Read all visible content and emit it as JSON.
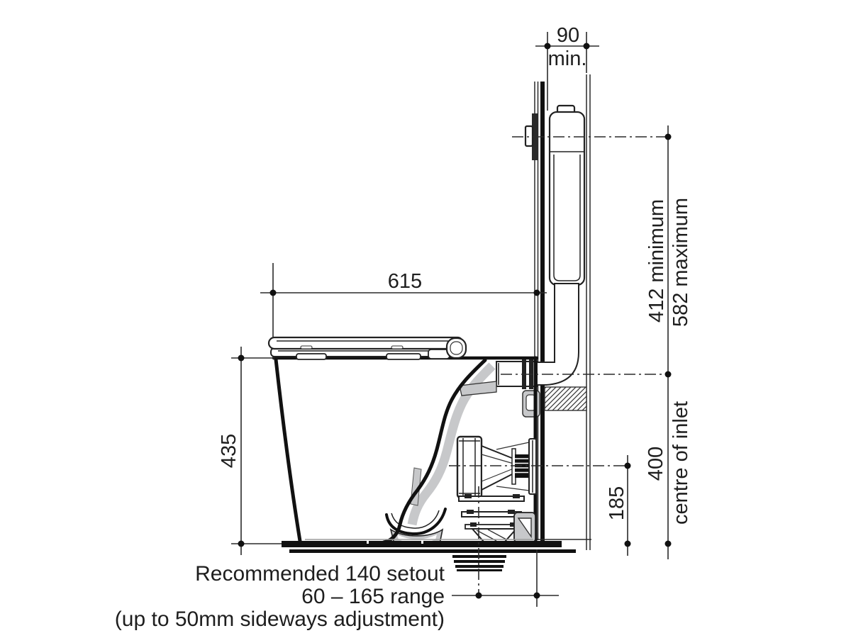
{
  "diagram": {
    "description": "Toilet pan with concealed in-wall cistern installation dimensions, side section view",
    "dims": {
      "wall_gap": {
        "value": "90",
        "qualifier": "min."
      },
      "pan_depth": {
        "value": "615"
      },
      "pan_height": {
        "value": "435"
      },
      "button_min": "412 minimum",
      "button_max": "582 maximum",
      "inlet_height": {
        "value": "400",
        "label": "centre of inlet"
      },
      "outlet_height": {
        "value": "185"
      }
    },
    "notes": {
      "line1": "Recommended 140 setout",
      "line2": "60 – 165 range",
      "line3": "(up to 50mm sideways adjustment)"
    },
    "colors": {
      "line": "#222222",
      "ceramic_grey": "#c7c8ca",
      "background": "#ffffff"
    }
  }
}
